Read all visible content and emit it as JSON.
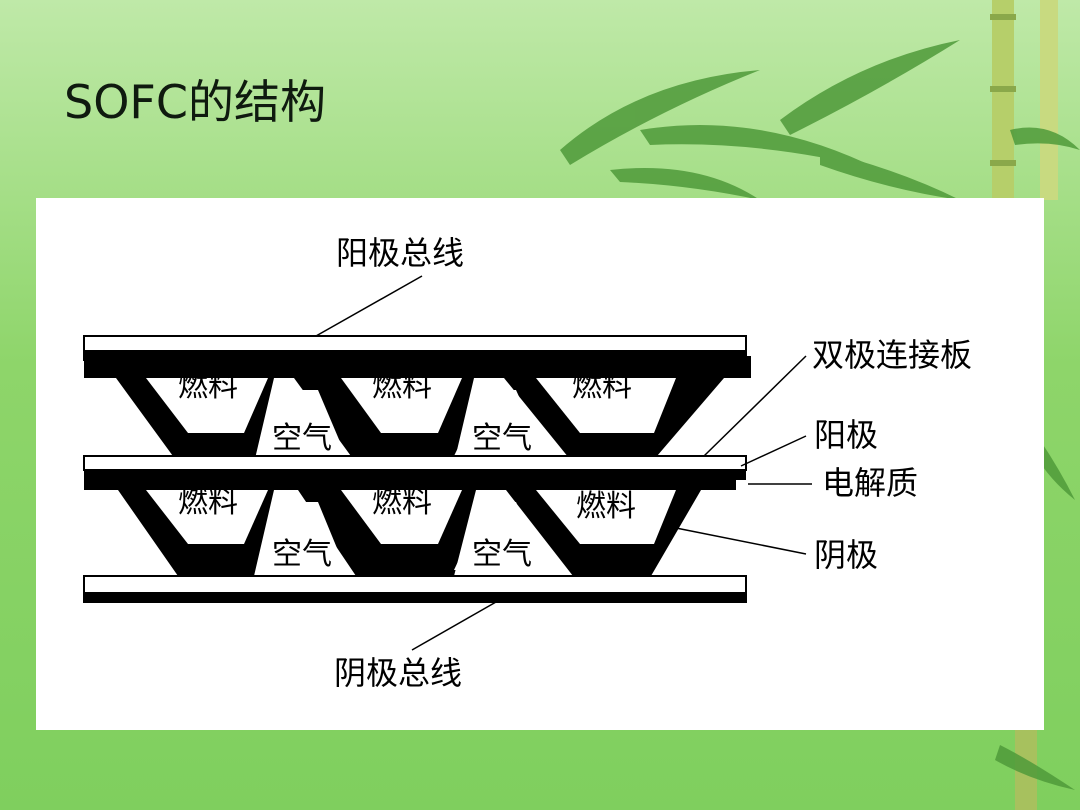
{
  "slide": {
    "title": "SOFC的结构"
  },
  "diagram": {
    "callouts": {
      "anode_bus": "阳极总线",
      "bipolar_plate": "双极连接板",
      "anode": "阳极",
      "electrolyte": "电解质",
      "cathode": "阴极",
      "cathode_bus": "阴极总线"
    },
    "channel_labels": {
      "fuel": "燃料",
      "air": "空气"
    }
  },
  "colors": {
    "background_green": "#8ed56a",
    "plate_black": "#000000",
    "panel_white": "#ffffff"
  },
  "decor": {
    "icons": [
      "bamboo-stalk-icon",
      "bamboo-leaf-icon"
    ]
  }
}
